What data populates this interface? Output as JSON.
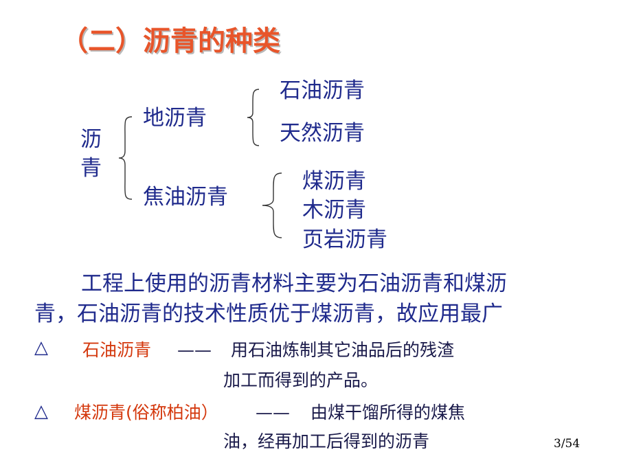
{
  "title": "（二）沥青的种类",
  "tree": {
    "root": [
      "沥",
      "青"
    ],
    "branch1": {
      "label": "地沥青",
      "children": [
        "石油沥青",
        "天然沥青"
      ]
    },
    "branch2": {
      "label": "焦油沥青",
      "children": [
        "煤沥青",
        "木沥青",
        "页岩沥青"
      ]
    }
  },
  "paragraph": {
    "line1": "工程上使用的沥青材料主要为石油沥青和煤沥",
    "line2": "青，石油沥青的技术性质优于煤沥青，故应用最广"
  },
  "definitions": [
    {
      "marker": "△",
      "term": "石油沥青",
      "dash": "——",
      "line1": "用石油炼制其它油品后的残渣",
      "line2": "加工而得到的产品。"
    },
    {
      "marker": "△",
      "term": "煤沥青(俗称柏油）",
      "dash": "——",
      "line1": "由煤干馏所得的煤焦",
      "line2": "油，经再加工后得到的沥青"
    }
  ],
  "page_number": "3/54"
}
